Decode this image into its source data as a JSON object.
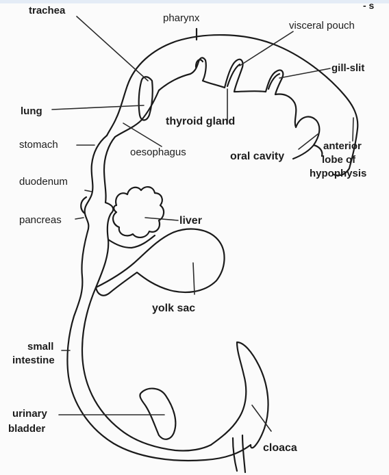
{
  "diagram": {
    "corner_mark": "- s",
    "labels": {
      "trachea": "trachea",
      "pharynx": "pharynx",
      "visceral_pouch": "visceral pouch",
      "gill_slit": "gill-slit",
      "lung": "lung",
      "thyroid_gland": "thyroid gland",
      "stomach": "stomach",
      "oesophagus": "oesophagus",
      "oral_cavity": "oral cavity",
      "anterior_lobe_1": "anterior",
      "anterior_lobe_2": "lobe of",
      "anterior_lobe_3": "hypophysis",
      "duodenum": "duodenum",
      "pancreas": "pancreas",
      "liver": "liver",
      "yolk_sac": "yolk sac",
      "small_intestine_1": "small",
      "small_intestine_2": "intestine",
      "urinary_bladder_1": "urinary",
      "urinary_bladder_2": "bladder",
      "cloaca": "cloaca"
    }
  }
}
